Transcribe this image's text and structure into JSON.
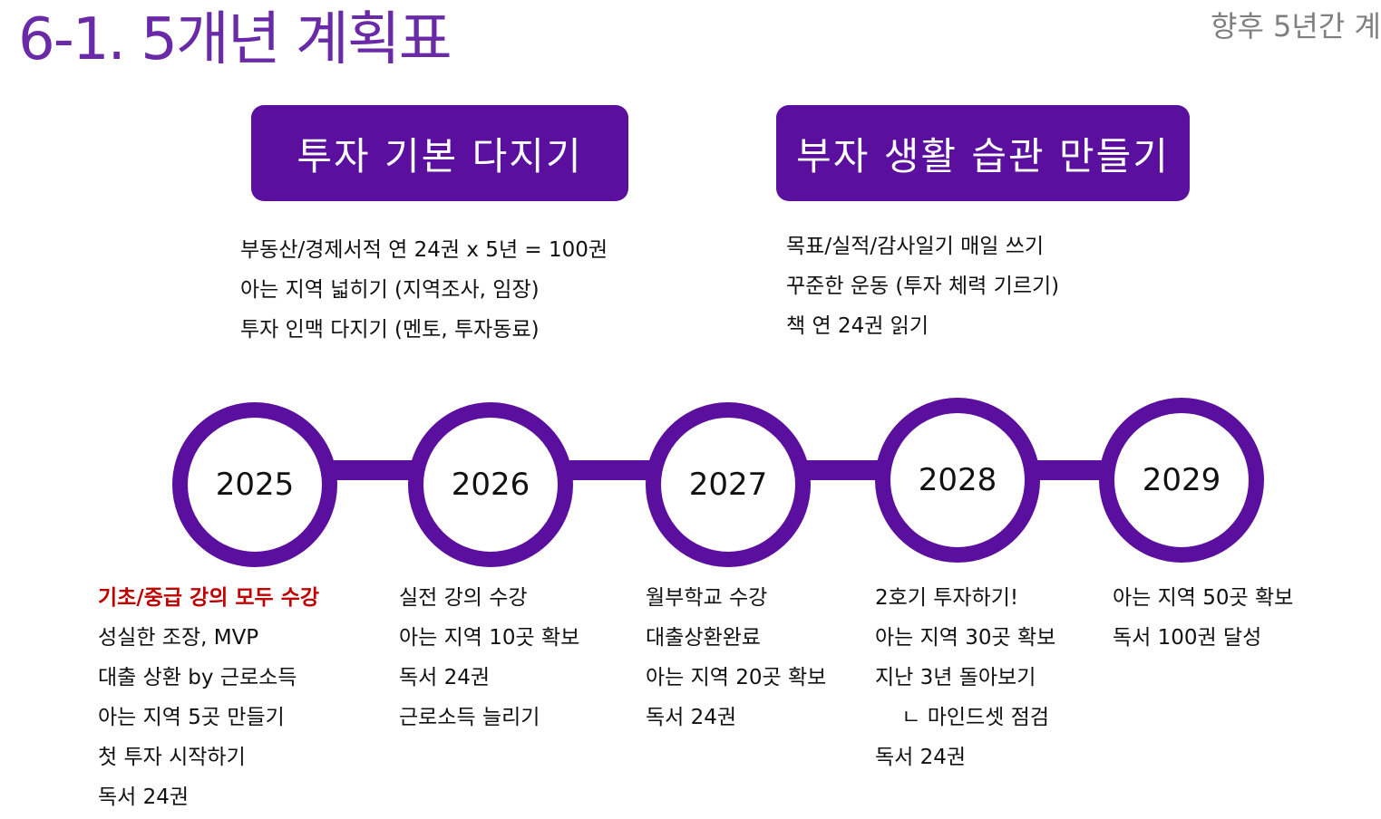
{
  "title": "6-1. 5개년 계획표",
  "subtitle": "향후 5년간 계",
  "colors": {
    "title": "#6a2aa8",
    "brand": "#5a0f9e",
    "highlight": "#c00000"
  },
  "themes": [
    {
      "label": "투자 기본 다지기",
      "items": [
        "부동산/경제서적 연 24권 x 5년 = 100권",
        "아는 지역 넓히기 (지역조사, 임장)",
        "투자 인맥 다지기 (멘토, 투자동료)"
      ]
    },
    {
      "label": "부자 생활 습관 만들기",
      "items": [
        "목표/실적/감사일기 매일 쓰기",
        "꾸준한 운동 (투자 체력 기르기)",
        "책 연 24권 읽기"
      ]
    }
  ],
  "years": [
    {
      "year": "2025",
      "items": [
        "기초/중급 강의 모두 수강",
        "성실한 조장, MVP",
        "대출 상환 by 근로소득",
        "아는 지역 5곳 만들기",
        "첫 투자 시작하기",
        "독서 24권"
      ]
    },
    {
      "year": "2026",
      "items": [
        "실전 강의 수강",
        "아는 지역 10곳 확보",
        "독서 24권",
        "근로소득 늘리기"
      ]
    },
    {
      "year": "2027",
      "items": [
        "월부학교 수강",
        "대출상환완료",
        "아는 지역 20곳 확보",
        "독서 24권"
      ]
    },
    {
      "year": "2028",
      "items": [
        "2호기 투자하기!",
        "아는 지역 30곳 확보",
        "지난 3년 돌아보기",
        "    ㄴ 마인드셋 점검",
        "독서 24권"
      ]
    },
    {
      "year": "2029",
      "items": [
        "아는 지역 50곳 확보",
        "독서 100권 달성"
      ]
    }
  ]
}
